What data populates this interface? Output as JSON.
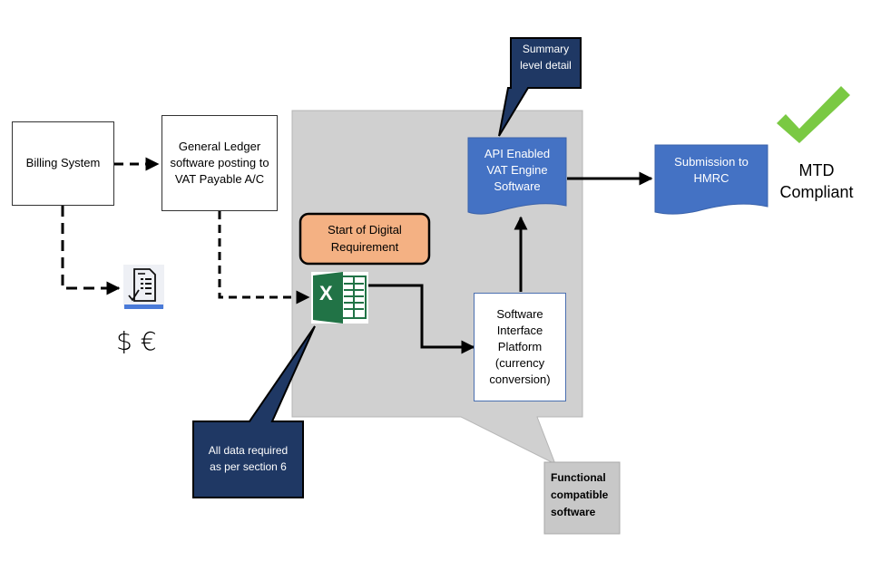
{
  "nodes": {
    "billing_system": "Billing System",
    "general_ledger": "General Ledger\nsoftware posting to\nVAT Payable A/C",
    "start_digital": "Start of Digital\nRequirement",
    "api_engine": "API Enabled\nVAT Engine\nSoftware",
    "submission": "Submission to\nHMRC",
    "software_interface": "Software\nInterface\nPlatform\n(currency\nconversion)",
    "mtd_compliant": "MTD\nCompliant",
    "currency_symbols": "$ €",
    "excel_letter": "X"
  },
  "callouts": {
    "summary_level": "Summary\nlevel detail",
    "all_data": "All data required\nas per section 6",
    "functional": "Functional\ncompatible\nsoftware"
  },
  "colors": {
    "blue_doc": "#4472c4",
    "navy_callout": "#1f3864",
    "orange_box": "#f4b183",
    "gray_region": "#d0d0d0",
    "excel_green": "#217346",
    "check_green": "#7ac943"
  }
}
